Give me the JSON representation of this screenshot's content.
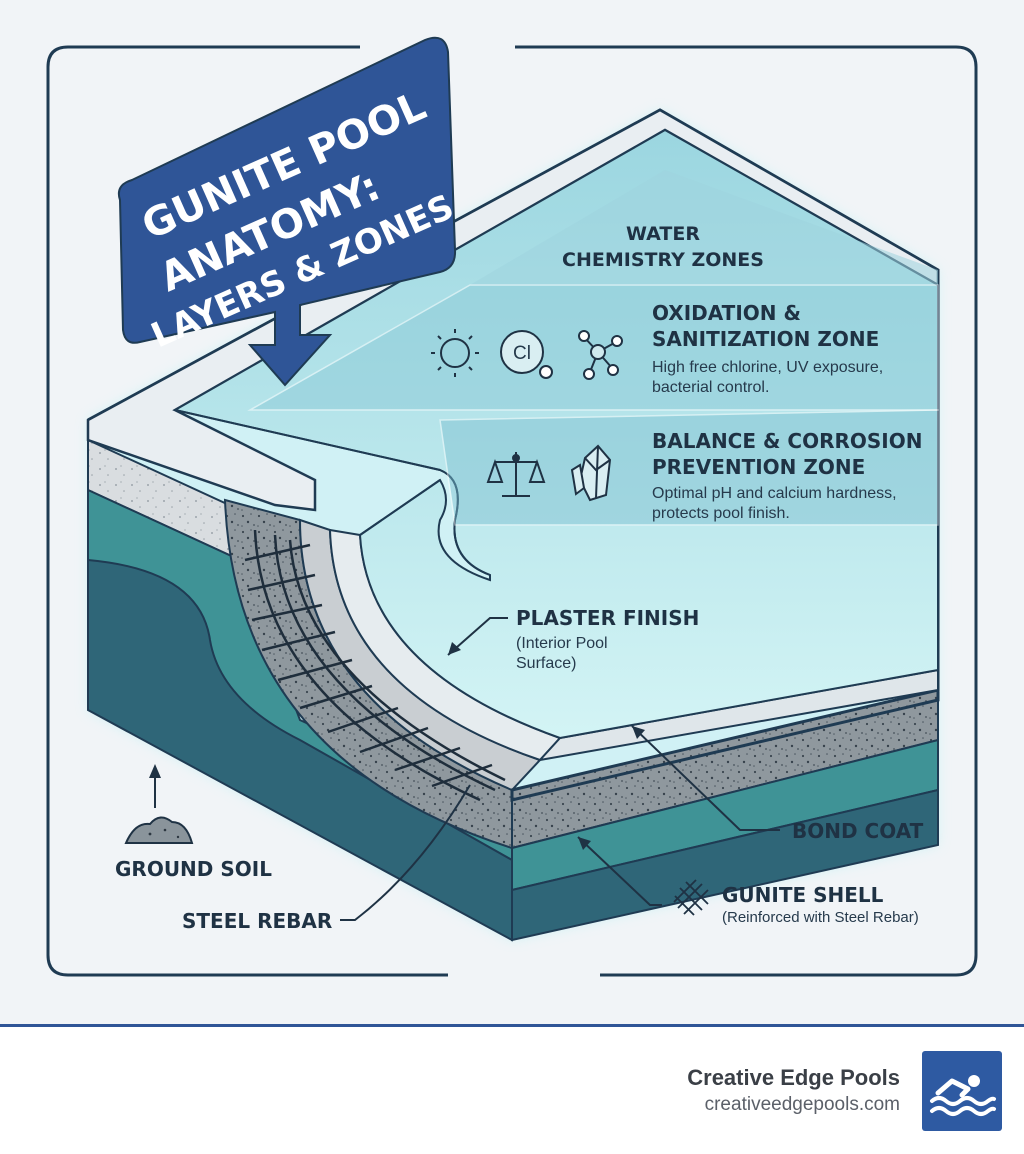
{
  "title": {
    "line1": "GUNITE POOL",
    "line2": "ANATOMY:",
    "line3": "LAYERS & ZONES"
  },
  "zones": {
    "header_line1": "WATER",
    "header_line2": "CHEMISTRY ZONES",
    "oxidation": {
      "title_line1": "OXIDATION &",
      "title_line2": "SANITIZATION ZONE",
      "desc_line1": "High free chlorine, UV exposure,",
      "desc_line2": "bacterial control.",
      "icons": [
        "sun-icon",
        "chlorine-icon",
        "molecule-icon"
      ],
      "chlorine_symbol": "Cl"
    },
    "balance": {
      "title_line1": "BALANCE & CORROSION",
      "title_line2": "PREVENTION ZONE",
      "desc_line1": "Optimal pH and calcium hardness,",
      "desc_line2": "protects pool finish.",
      "icons": [
        "scale-icon",
        "crystal-icon"
      ]
    }
  },
  "layers": {
    "plaster": {
      "title": "PLASTER FINISH",
      "desc_line1": "(Interior Pool",
      "desc_line2": "Surface)"
    },
    "bond": {
      "title": "BOND COAT"
    },
    "gunite": {
      "title": "GUNITE SHELL",
      "desc": "(Reinforced with Steel Rebar)",
      "icon": "mesh-icon"
    },
    "rebar": {
      "title": "STEEL REBAR"
    },
    "soil": {
      "title": "GROUND SOIL",
      "icon": "soil-pile-icon"
    }
  },
  "colors": {
    "title_banner": "#2f5597",
    "water": "#a9e2ea",
    "gunite": "#8d969c",
    "teal_layer": "#3f9396",
    "soil": "#2f6678",
    "outline": "#1f3b53"
  },
  "footer": {
    "brand_name": "Creative Edge Pools",
    "brand_url": "creativeedgepools.com",
    "logo_icon": "swimmer-icon"
  }
}
